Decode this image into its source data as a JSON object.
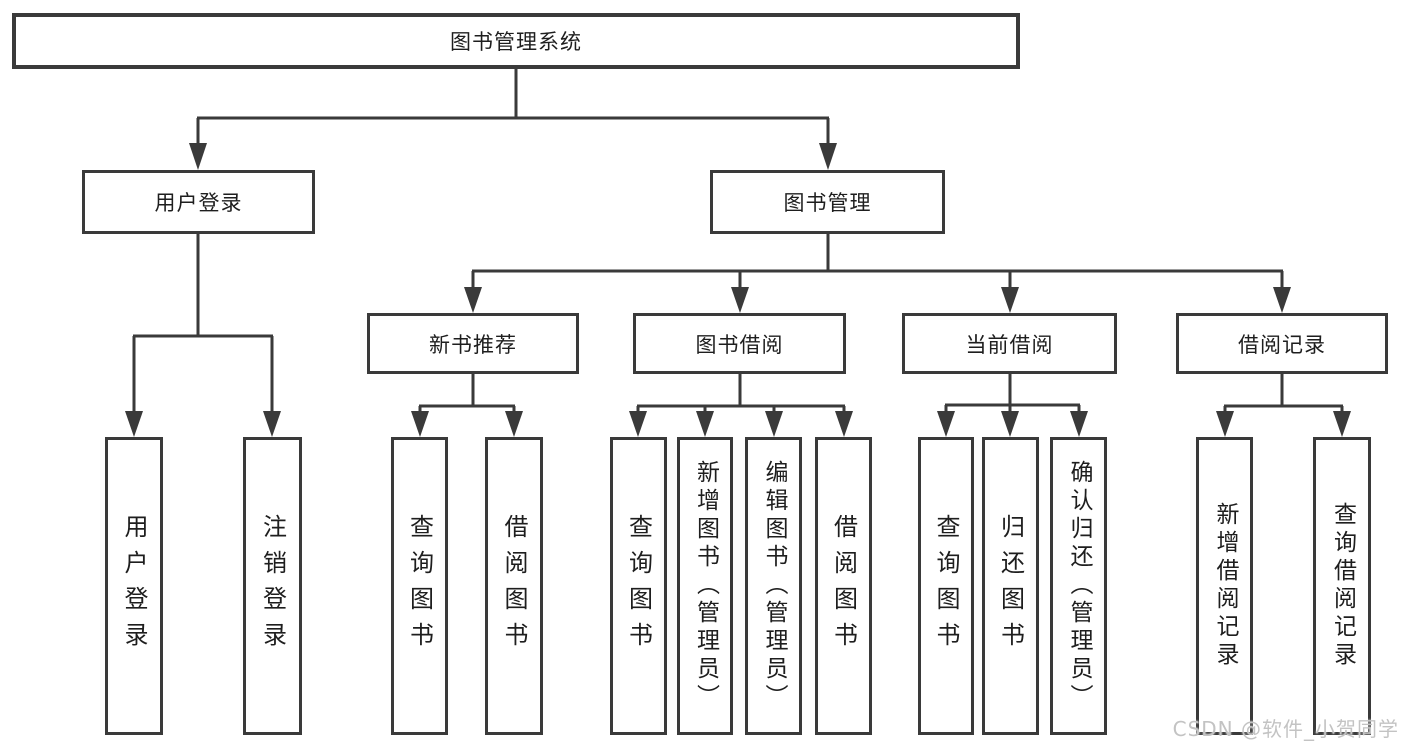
{
  "root": {
    "label": "图书管理系统"
  },
  "branches": {
    "user_login": {
      "label": "用户登录"
    },
    "book_mgmt": {
      "label": "图书管理"
    }
  },
  "modules": {
    "new_book_rec": {
      "label": "新书推荐"
    },
    "book_borrow": {
      "label": "图书借阅"
    },
    "current_borrow": {
      "label": "当前借阅"
    },
    "borrow_records": {
      "label": "借阅记录"
    }
  },
  "leaves": {
    "user_login": "用户登录",
    "logout": "注销登录",
    "rec_query": "查询图书",
    "rec_borrow": "借阅图书",
    "bb_query": "查询图书",
    "bb_add": "新增图书（管理员）",
    "bb_edit": "编辑图书（管理员）",
    "bb_borrow": "借阅图书",
    "cb_query": "查询图书",
    "cb_return": "归还图书",
    "cb_confirm": "确认归还（管理员）",
    "br_add": "新增借阅记录",
    "br_query": "查询借阅记录"
  },
  "watermark": "CSDN @软件_小贺同学",
  "colors": {
    "line": "#3a3a3a",
    "text": "#1e1e1e",
    "watermark": "#c3c3c3"
  }
}
